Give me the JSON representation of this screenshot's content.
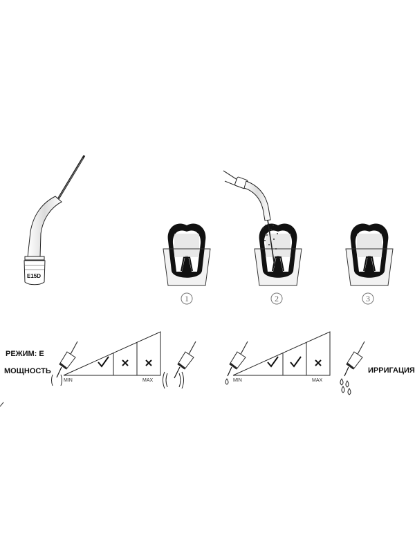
{
  "tip": {
    "model": "E15D"
  },
  "steps": [
    {
      "number": "1"
    },
    {
      "number": "2"
    },
    {
      "number": "3"
    }
  ],
  "power": {
    "mode_label": "РЕЖИМ: E",
    "label": "МОЩНОСТЬ",
    "min_label": "MIN",
    "max_label": "MAX",
    "levels": [
      "check",
      "cross",
      "cross"
    ]
  },
  "irrigation": {
    "label": "ИРРИГАЦИЯ",
    "min_label": "MIN",
    "max_label": "MAX",
    "levels": [
      "check",
      "check",
      "cross"
    ]
  }
}
